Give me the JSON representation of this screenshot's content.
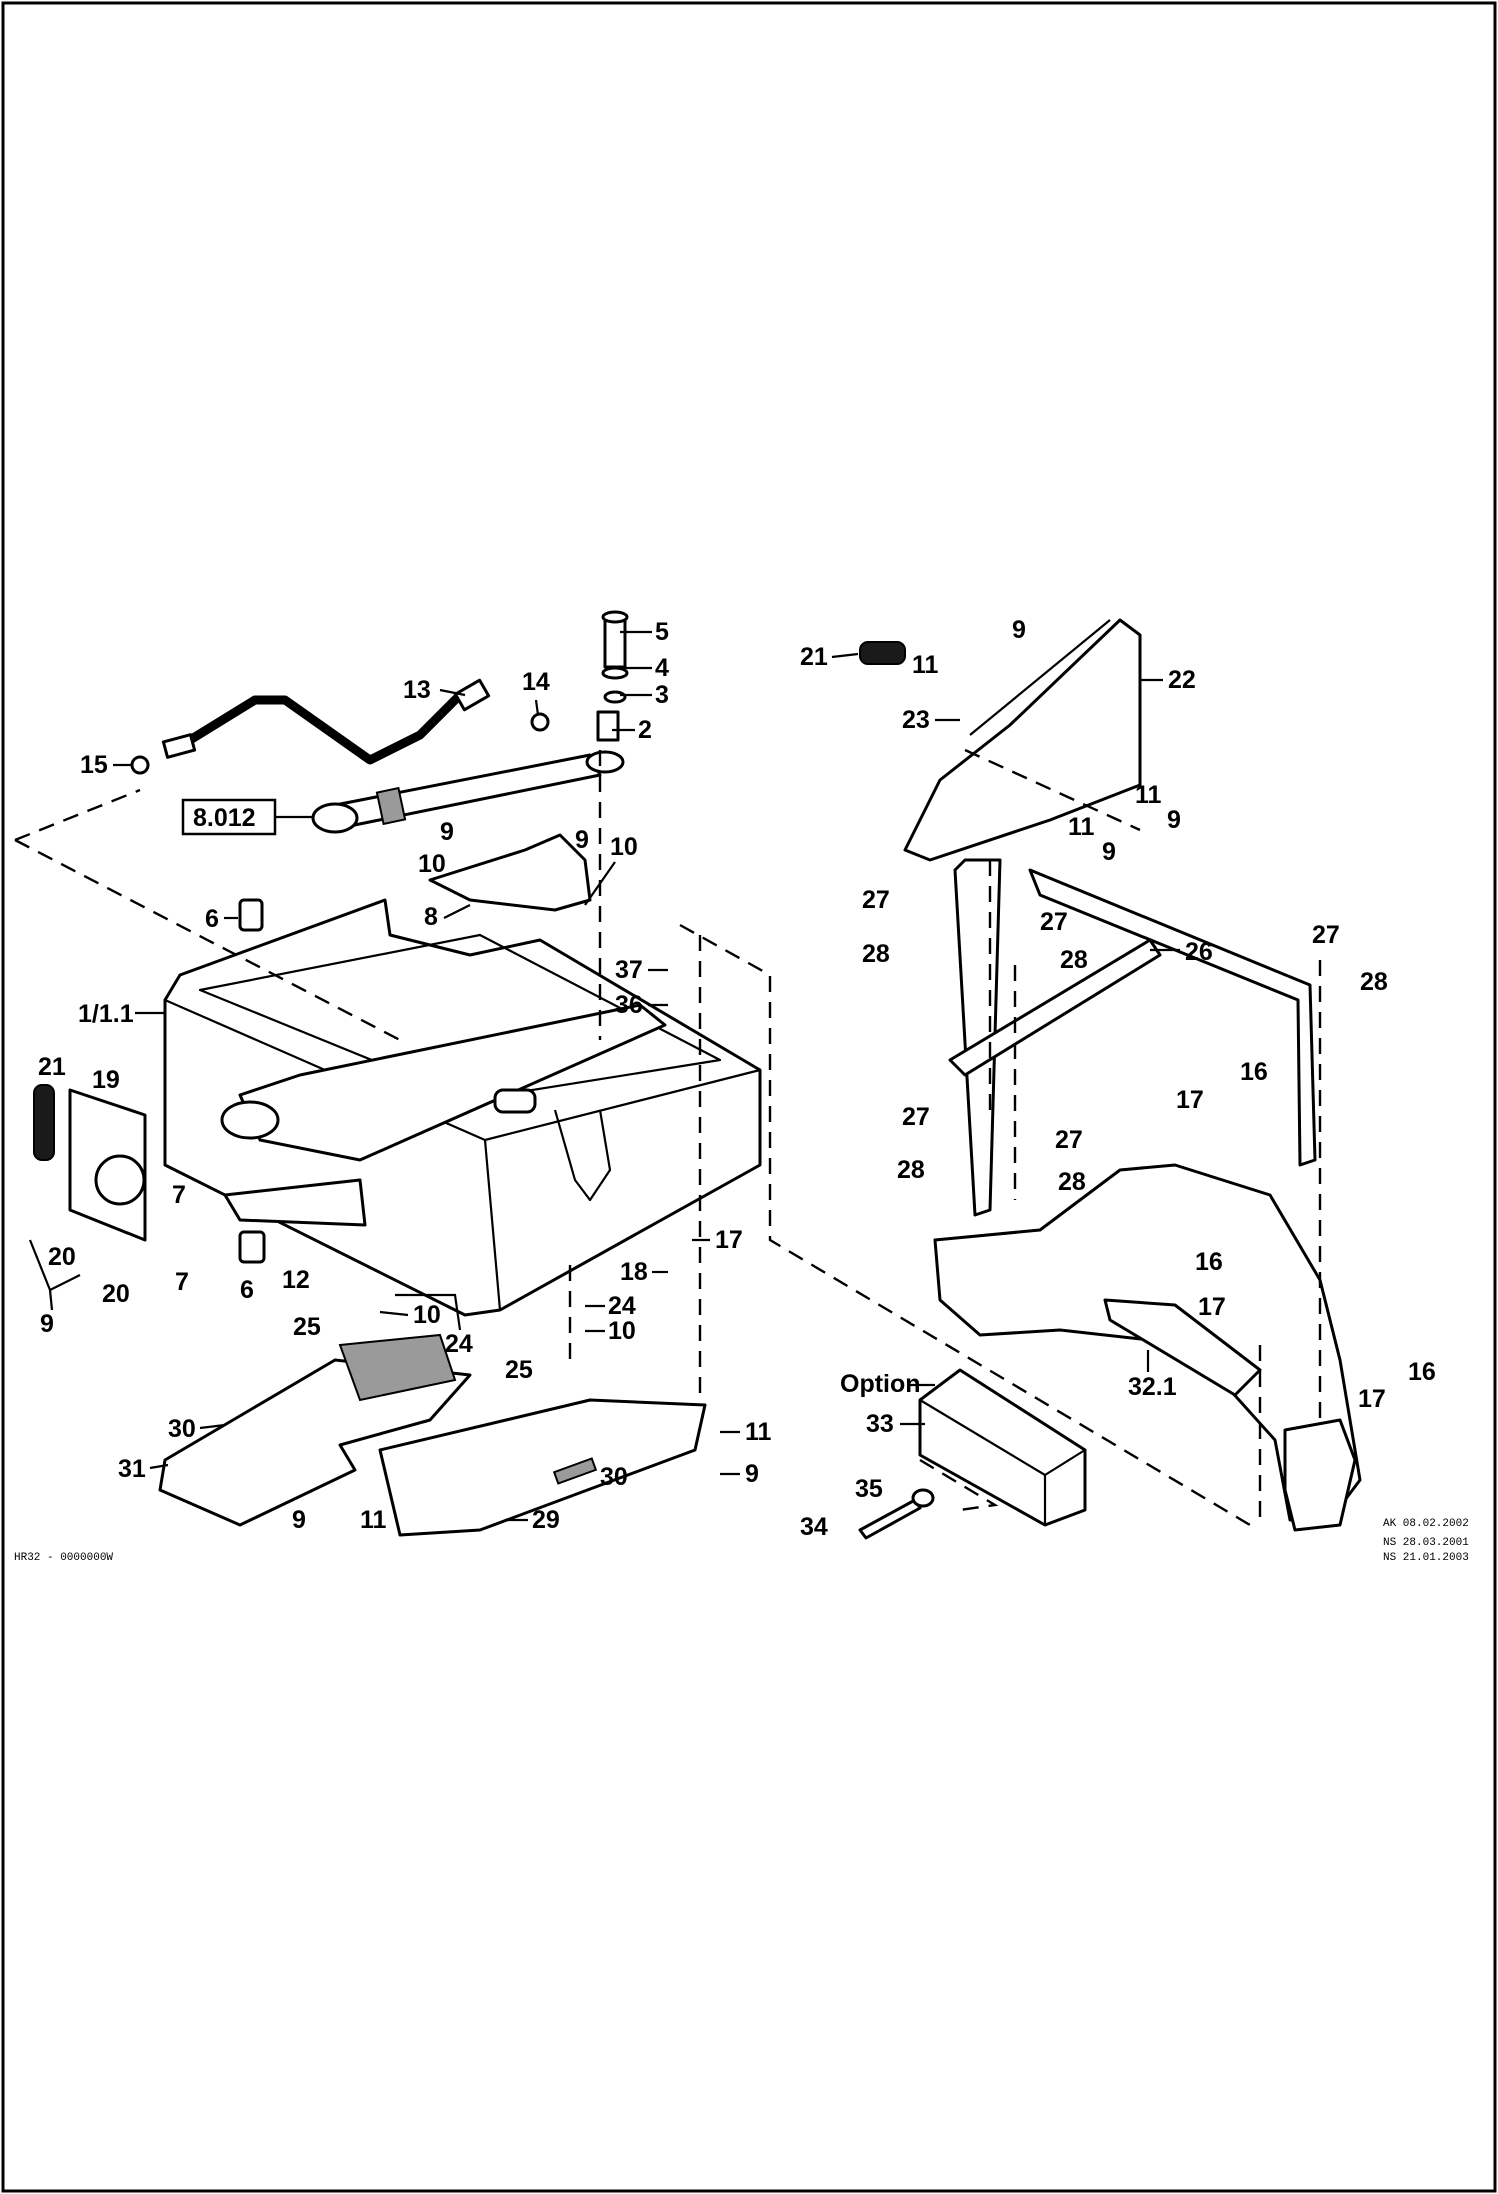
{
  "drawing": {
    "callouts": [
      "1/1.1",
      "2",
      "3",
      "4",
      "5",
      "6",
      "7",
      "8",
      "9",
      "10",
      "11",
      "12",
      "13",
      "14",
      "15",
      "16",
      "17",
      "18",
      "19",
      "20",
      "21",
      "22",
      "23",
      "24",
      "25",
      "26",
      "27",
      "28",
      "29",
      "30",
      "31",
      "32.1",
      "33",
      "34",
      "35",
      "36",
      "37"
    ],
    "cross_reference": "8.012",
    "option_label": "Option",
    "drawing_number": "HR32 - 0000000W",
    "revisions": [
      "AK 08.02.2002",
      "NS 28.03.2001",
      "NS 21.01.2003"
    ]
  },
  "labels": {
    "l1": "5",
    "l2": "4",
    "l3": "3",
    "l4": "2",
    "l5": "13",
    "l6": "14",
    "l7": "15",
    "l8": "9",
    "l9": "10",
    "l10": "9",
    "l11": "10",
    "l12": "8",
    "l13": "6",
    "l14": "1/1.1",
    "l15": "37",
    "l16": "36",
    "l17": "21",
    "l18": "19",
    "l19": "7",
    "l20": "20",
    "l21": "20",
    "l22": "9",
    "l23": "7",
    "l24": "6",
    "l25": "12",
    "l26": "17",
    "l27": "18",
    "l28": "25",
    "l29": "10",
    "l30": "24",
    "l31": "24",
    "l32": "10",
    "l33": "25",
    "l34": "30",
    "l35": "31",
    "l36": "30",
    "l37": "29",
    "l38": "9",
    "l39": "11",
    "l40": "11",
    "l41": "9",
    "r1": "21",
    "r2": "11",
    "r3": "9",
    "r4": "22",
    "r5": "23",
    "r6": "11",
    "r7": "9",
    "r8": "11",
    "r9": "9",
    "r10": "27",
    "r11": "28",
    "r12": "27",
    "r13": "28",
    "r14": "26",
    "r15": "27",
    "r16": "28",
    "r17": "17",
    "r18": "16",
    "r19": "27",
    "r20": "28",
    "r21": "27",
    "r22": "28",
    "r23": "16",
    "r24": "17",
    "r25": "32.1",
    "r26": "16",
    "r27": "17",
    "r28": "33",
    "r29": "35",
    "r30": "34"
  }
}
